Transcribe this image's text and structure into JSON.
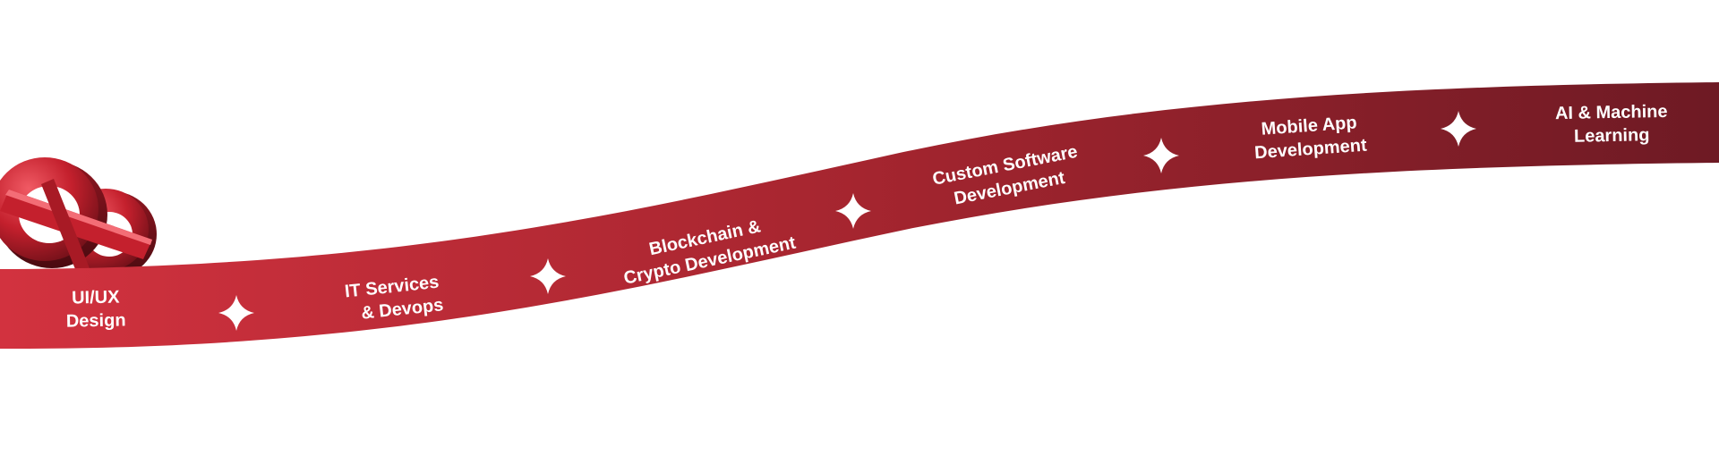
{
  "colors": {
    "ribbon_start": "#d2323f",
    "ribbon_end": "#6e1a24",
    "label_text": "#ffffff",
    "sparkle": "#ffffff",
    "logo_red": "#c4202d"
  },
  "logo": {
    "icon": "3d-red-logo-mark"
  },
  "services": [
    {
      "line1": "UI/UX",
      "line2": "Design"
    },
    {
      "line1": "IT Services",
      "line2": "& Devops"
    },
    {
      "line1": "Blockchain &",
      "line2": "Crypto Development"
    },
    {
      "line1": "Custom Software",
      "line2": "Development"
    },
    {
      "line1": "Mobile App",
      "line2": "Development"
    },
    {
      "line1": "AI & Machine",
      "line2": "Learning"
    }
  ],
  "separator_icon": "four-point-sparkle-icon"
}
